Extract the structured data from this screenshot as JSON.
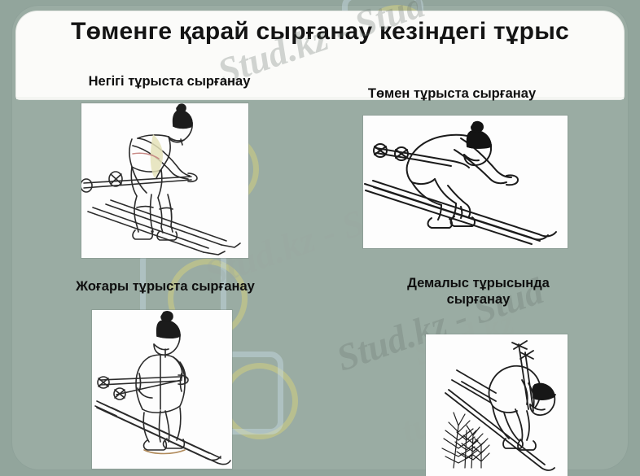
{
  "slide": {
    "title": "Төменге қарай сырғанау кезіндегі  тұрыс",
    "background_color": "#92a59c",
    "panel_color": "#fbfbf9"
  },
  "captions": [
    {
      "id": "cap-1",
      "text": "Негігі тұрыста сырғанау"
    },
    {
      "id": "cap-2",
      "text": "Төмен тұрыста сырғанау"
    },
    {
      "id": "cap-3",
      "text": "Жоғары тұрыста сырғанау"
    },
    {
      "id": "cap-4",
      "text": "Демалыс тұрысында\nсырғанау"
    }
  ],
  "figures": [
    {
      "id": "photo-1",
      "alt": "Негігі тұрыста сырғанау"
    },
    {
      "id": "photo-2",
      "alt": "Төмен тұрыста сырғанау"
    },
    {
      "id": "photo-3",
      "alt": "Жоғары тұрыста сырғанау"
    },
    {
      "id": "photo-4",
      "alt": "Демалыс тұрысында сырғанау"
    }
  ],
  "watermark": {
    "text_full": "Stud.kz - Stud",
    "text_short": "Stud.kz",
    "text_tail": "tud.kz"
  }
}
